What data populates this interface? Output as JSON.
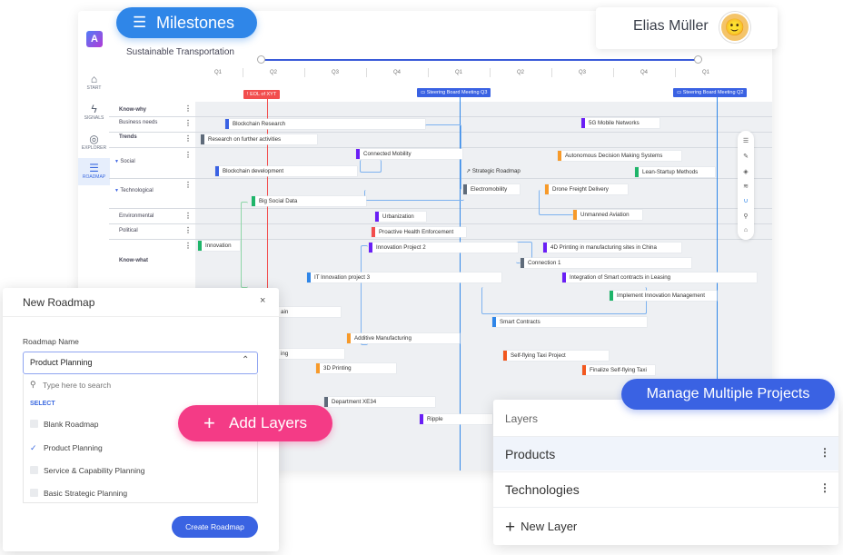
{
  "header": {
    "milestones_label": "Milestones",
    "user_name": "Elias Müller",
    "roadmap_title": "Sustainable Transportation",
    "avatar_glyph": "🙂"
  },
  "sidebar": {
    "logo_glyph": "A",
    "items": [
      {
        "label": "START",
        "icon": "home-icon",
        "glyph": "⌂"
      },
      {
        "label": "SIGNALS",
        "icon": "lightning-icon",
        "glyph": "ϟ"
      },
      {
        "label": "EXPLORER",
        "icon": "compass-icon",
        "glyph": "◎"
      },
      {
        "label": "ROADMAP",
        "icon": "roadmap-icon",
        "glyph": "☰"
      }
    ]
  },
  "timeline": {
    "quarters": [
      "Q1",
      "Q2",
      "Q3",
      "Q4",
      "Q1",
      "Q2",
      "Q3",
      "Q4",
      "Q1"
    ]
  },
  "markers": [
    {
      "label": "EOL of XYT",
      "color": "#f24e4e",
      "icon": "warning-icon",
      "glyph": "!"
    },
    {
      "label": "Steering Board Meeting Q3",
      "color": "#3a62e3",
      "icon": "calendar-icon",
      "glyph": "▭"
    },
    {
      "label": "Steering Board Meeting Q2",
      "color": "#3a62e3",
      "icon": "calendar-icon",
      "glyph": "▭"
    }
  ],
  "rows": [
    {
      "label": "Know-why",
      "bold": true
    },
    {
      "label": "Business needs",
      "bold": false
    },
    {
      "label": "Trends",
      "bold": true
    },
    {
      "label": "Social",
      "bold": false
    },
    {
      "label": "Technological",
      "bold": false
    },
    {
      "label": "Environmental",
      "bold": false
    },
    {
      "label": "Political",
      "bold": false
    },
    {
      "label": "Know-what",
      "bold": true
    }
  ],
  "bars": [
    {
      "label": "Blockchain Research",
      "color": "#3a62e3"
    },
    {
      "label": "Research on further activities",
      "color": "#5f6b7a"
    },
    {
      "label": "5G Mobile Networks",
      "color": "#6a1ff5"
    },
    {
      "label": "Connected Mobility",
      "color": "#6a1ff5"
    },
    {
      "label": "Autonomous Decision Making Systems",
      "color": "#f79a2a"
    },
    {
      "label": "Blockchain development",
      "color": "#3a62e3"
    },
    {
      "label": "Strategic Roadmap",
      "color": ""
    },
    {
      "label": "Lean-Startup Methods",
      "color": "#1fb56a"
    },
    {
      "label": "Electromobility",
      "color": "#5f6b7a"
    },
    {
      "label": "Drone Freight Delivery",
      "color": "#f79a2a"
    },
    {
      "label": "Big Social Data",
      "color": "#1fb56a"
    },
    {
      "label": "Urbanization",
      "color": "#6a1ff5"
    },
    {
      "label": "Unmanned Aviation",
      "color": "#f79a2a"
    },
    {
      "label": "Proactive Health Enforcement",
      "color": "#f24e4e"
    },
    {
      "label": "Innovation",
      "color": "#1fb56a"
    },
    {
      "label": "Innovation Project 2",
      "color": "#6a1ff5"
    },
    {
      "label": "4D Printing in manufacturing sites in China",
      "color": "#6a1ff5"
    },
    {
      "label": "Connection 1",
      "color": "#5f6b7a"
    },
    {
      "label": "IT Innovation project 3",
      "color": "#2f86e8"
    },
    {
      "label": "Integration of Smart contracts in Leasing",
      "color": "#6a1ff5"
    },
    {
      "label": "Implement Innovation Management",
      "color": "#1fb56a"
    },
    {
      "label": "ain",
      "color": ""
    },
    {
      "label": "Smart Contracts",
      "color": "#2f86e8"
    },
    {
      "label": "Additive Manufacturing",
      "color": "#f79a2a"
    },
    {
      "label": "Self-flying Taxi Project",
      "color": "#f2581f"
    },
    {
      "label": "ing",
      "color": ""
    },
    {
      "label": "3D Printing",
      "color": "#f79a2a"
    },
    {
      "label": "Finalize Self-flying Taxi",
      "color": "#f2581f"
    },
    {
      "label": "Department XE34",
      "color": "#5f6b7a"
    },
    {
      "label": "Ripple",
      "color": "#6a1ff5"
    }
  ],
  "toolbox": [
    {
      "icon": "list-icon",
      "glyph": "☰"
    },
    {
      "icon": "pencil-icon",
      "glyph": "✎"
    },
    {
      "icon": "layers-icon",
      "glyph": "◈"
    },
    {
      "icon": "stack-icon",
      "glyph": "≋"
    },
    {
      "icon": "magnet-icon",
      "glyph": "∪"
    },
    {
      "icon": "search-settings-icon",
      "glyph": "⚲"
    },
    {
      "icon": "robot-icon",
      "glyph": "⌂"
    }
  ],
  "new_roadmap": {
    "title": "New Roadmap",
    "close_glyph": "×",
    "name_label": "Roadmap Name",
    "selected": "Product Planning",
    "chevron_glyph": "⌃",
    "search_placeholder": "Type here to search",
    "search_glyph": "⚲",
    "select_header": "SELECT",
    "options": [
      {
        "label": "Blank Roadmap",
        "checked": false
      },
      {
        "label": "Product Planning",
        "checked": true
      },
      {
        "label": "Service & Capability Planning",
        "checked": false
      },
      {
        "label": "Basic Strategic Planning",
        "checked": false
      }
    ],
    "check_glyph": "✓",
    "create_label": "Create Roadmap"
  },
  "add_layers": {
    "label": "Add Layers",
    "plus_glyph": "+"
  },
  "manage": {
    "label": "Manage Multiple Projects"
  },
  "layers": {
    "title": "Layers",
    "items": [
      {
        "label": "Products"
      },
      {
        "label": "Technologies"
      }
    ],
    "dots_glyph": "⋮",
    "new_label": "New Layer",
    "plus_glyph": "+"
  }
}
